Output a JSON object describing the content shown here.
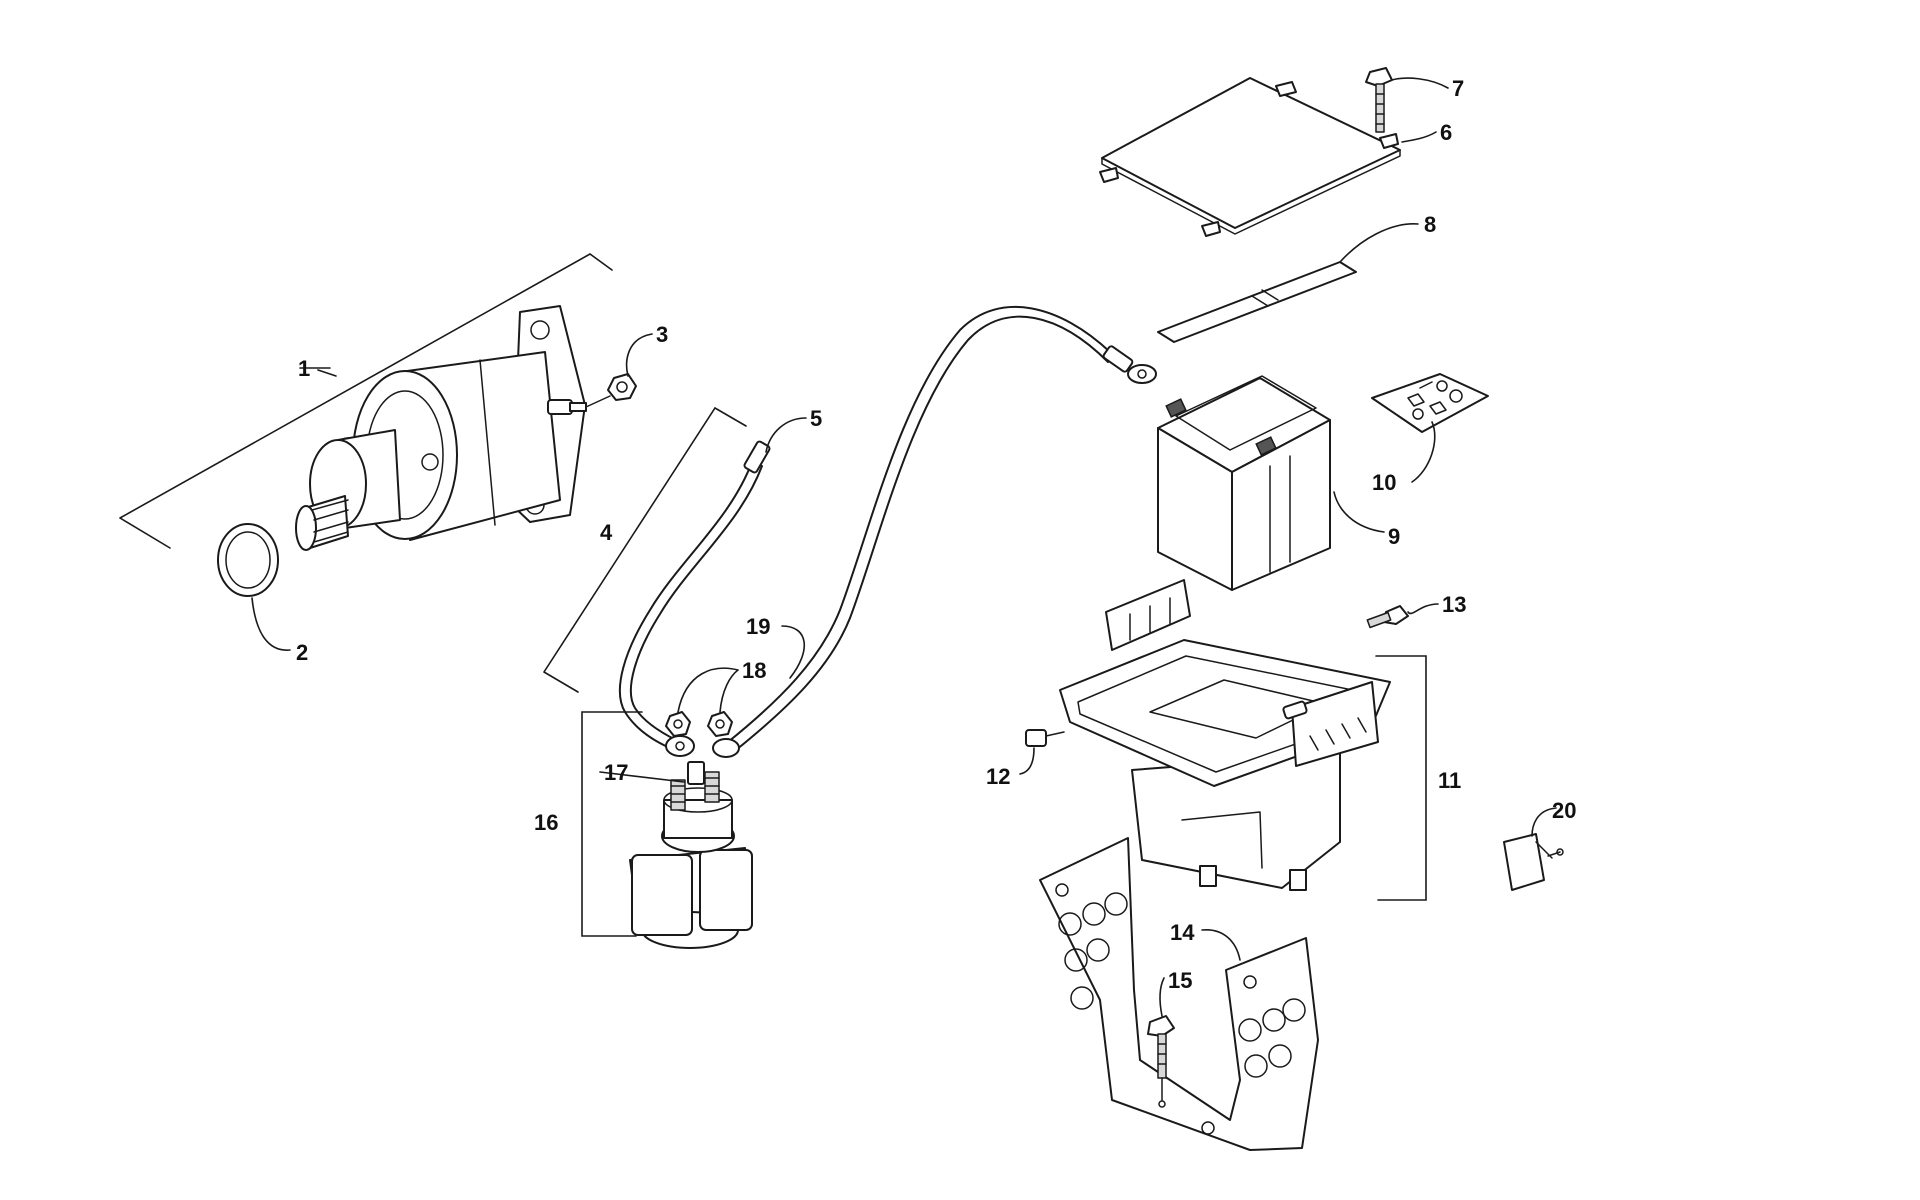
{
  "callouts": [
    {
      "id": "c1",
      "text": "1"
    },
    {
      "id": "c2",
      "text": "2"
    },
    {
      "id": "c3",
      "text": "3"
    },
    {
      "id": "c4",
      "text": "4"
    },
    {
      "id": "c5",
      "text": "5"
    },
    {
      "id": "c6",
      "text": "6"
    },
    {
      "id": "c7",
      "text": "7"
    },
    {
      "id": "c8",
      "text": "8"
    },
    {
      "id": "c9",
      "text": "9"
    },
    {
      "id": "c10",
      "text": "10"
    },
    {
      "id": "c11",
      "text": "11"
    },
    {
      "id": "c12",
      "text": "12"
    },
    {
      "id": "c13",
      "text": "13"
    },
    {
      "id": "c14",
      "text": "14"
    },
    {
      "id": "c15",
      "text": "15"
    },
    {
      "id": "c16",
      "text": "16"
    },
    {
      "id": "c17",
      "text": "17"
    },
    {
      "id": "c18",
      "text": "18"
    },
    {
      "id": "c19",
      "text": "19"
    },
    {
      "id": "c20",
      "text": "20"
    }
  ]
}
